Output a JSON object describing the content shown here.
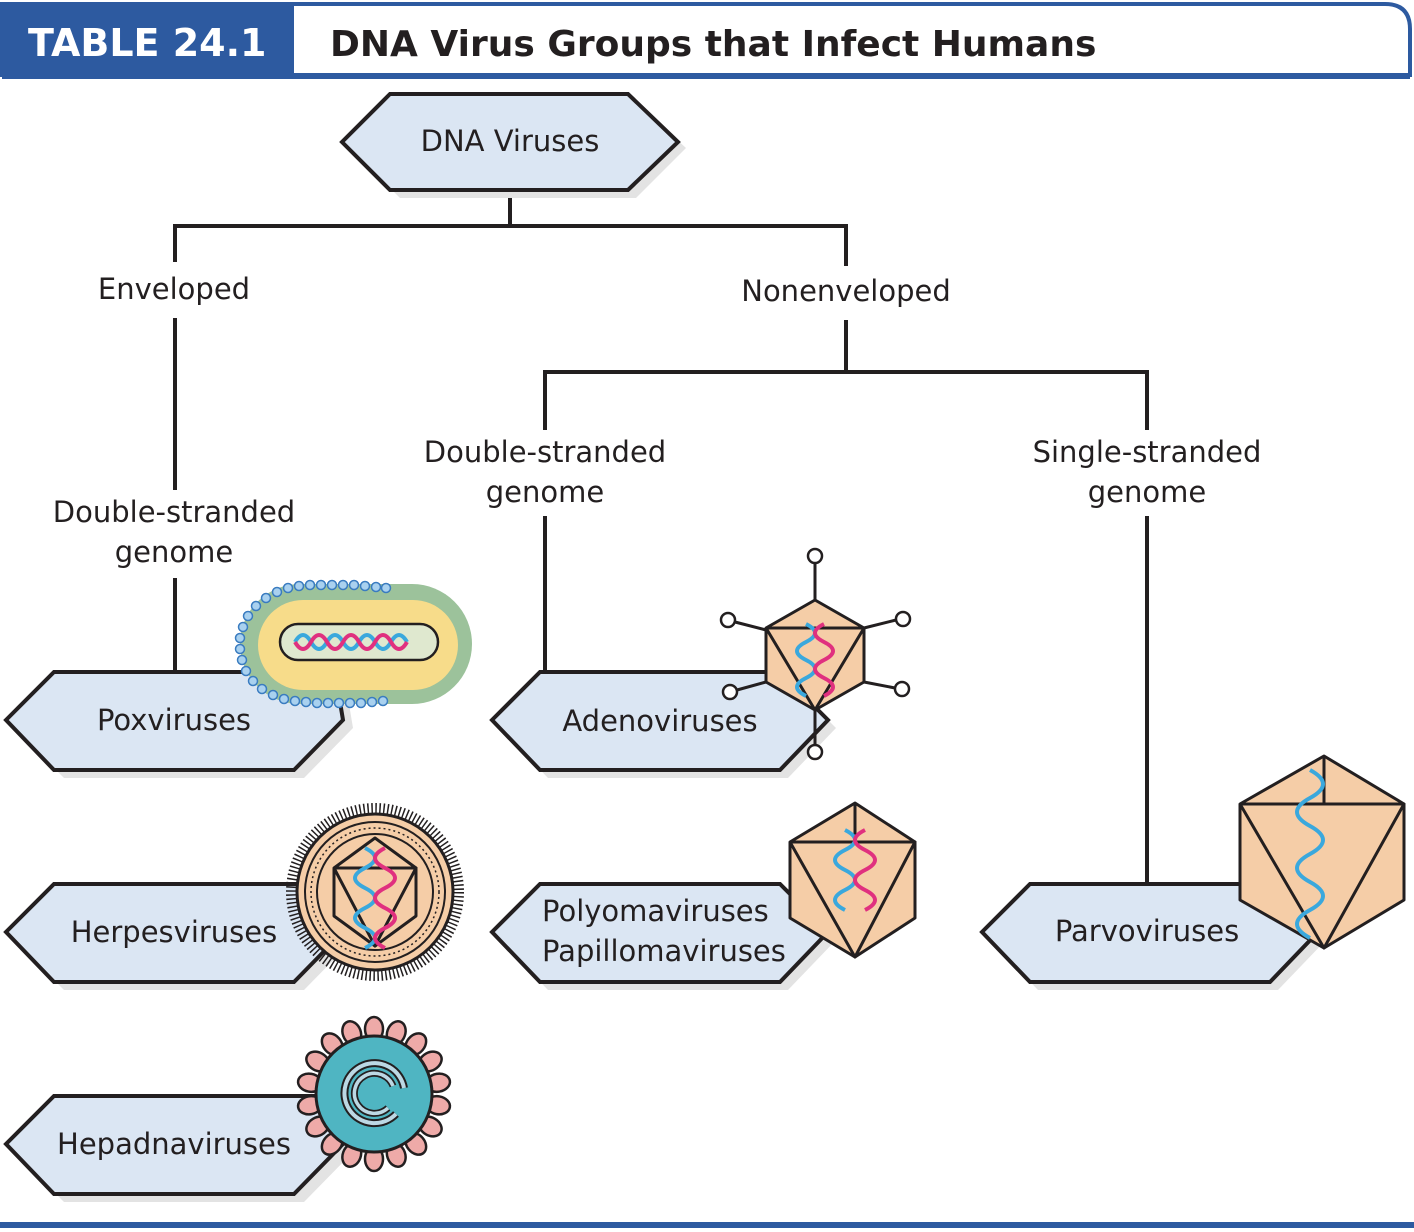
{
  "header": {
    "table_number": "TABLE 24.1",
    "title": "DNA Virus Groups that Infect Humans"
  },
  "root": {
    "label": "DNA Viruses"
  },
  "branches": {
    "enveloped": "Enveloped",
    "nonenveloped": "Nonenveloped",
    "enveloped_genome": [
      "Double-stranded",
      "genome"
    ],
    "nonenveloped_ds_genome": [
      "Double-stranded",
      "genome"
    ],
    "nonenveloped_ss_genome": [
      "Single-stranded",
      "genome"
    ]
  },
  "groups": {
    "poxviruses": "Poxviruses",
    "herpesviruses": "Herpesviruses",
    "hepadnaviruses": "Hepadnaviruses",
    "adenoviruses": "Adenoviruses",
    "polyomaviruses": [
      "Polyomaviruses",
      "Papillomaviruses"
    ],
    "parvoviruses": "Parvoviruses"
  },
  "icons": [
    "poxvirus-icon",
    "herpesvirus-icon",
    "hepadnavirus-icon",
    "adenovirus-icon",
    "polyomavirus-icon",
    "parvovirus-icon"
  ],
  "colors": {
    "header_blue": "#2d5aa0",
    "box_fill": "#dbe6f3",
    "capsid_fill": "#f5cda7",
    "dna_blue": "#3aa8dd",
    "dna_pink": "#e0307f",
    "envelope_green": "#9cc29b",
    "core_yellow": "#f7dc8a",
    "hepadna_teal": "#4fb5c2",
    "hepadna_spike": "#eeaaa8"
  }
}
